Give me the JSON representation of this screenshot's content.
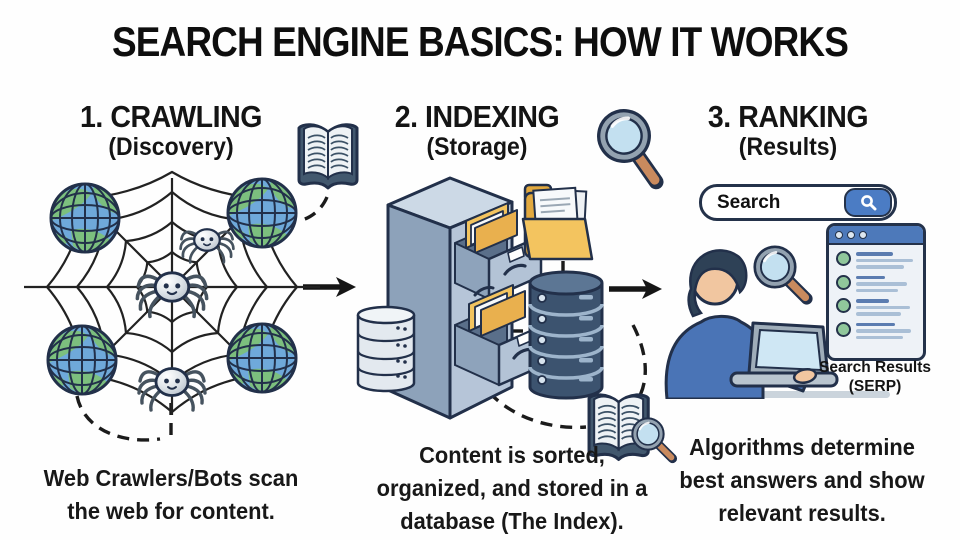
{
  "title": "SEARCH ENGINE BASICS: HOW IT WORKS",
  "sections": [
    {
      "heading": "1. CRAWLING",
      "subheading": "(Discovery)",
      "caption_lines": [
        "Web Crawlers/Bots scan",
        "the web for content."
      ]
    },
    {
      "heading": "2. INDEXING",
      "subheading": "(Storage)",
      "caption_lines": [
        "Content is sorted,",
        "organized, and stored in a",
        "database (The Index)."
      ]
    },
    {
      "heading": "3. RANKING",
      "subheading": "(Results)",
      "caption_lines": [
        "Algorithms determine",
        "best answers and show",
        "relevant results."
      ]
    }
  ],
  "ranking": {
    "search_input_value": "Search",
    "serp_label_lines": [
      "Search Results",
      "(SERP)"
    ]
  },
  "icons": {
    "between_1_2_top": "open-book-icon",
    "between_2_3_top": "magnifying-glass-icon",
    "between_2_3_bottom": "book-with-magnifier-icon",
    "flow": "right-arrow-icon",
    "crawling": "spider-web-globes-spiders",
    "indexing": "filing-cabinet-folders-database",
    "ranking": "search-bar-user-laptop-serp"
  },
  "colors": {
    "outline_navy": "#22304a",
    "globe_blue": "#6fa9da",
    "globe_green": "#7cbf7e",
    "folder_yellow": "#f3c45f",
    "database_navy": "#3c536f",
    "accent_blue": "#4b7cc4",
    "serp_green": "#90c79b",
    "lens_blue": "#c3e0f0",
    "handle_tan": "#c98a5e"
  }
}
